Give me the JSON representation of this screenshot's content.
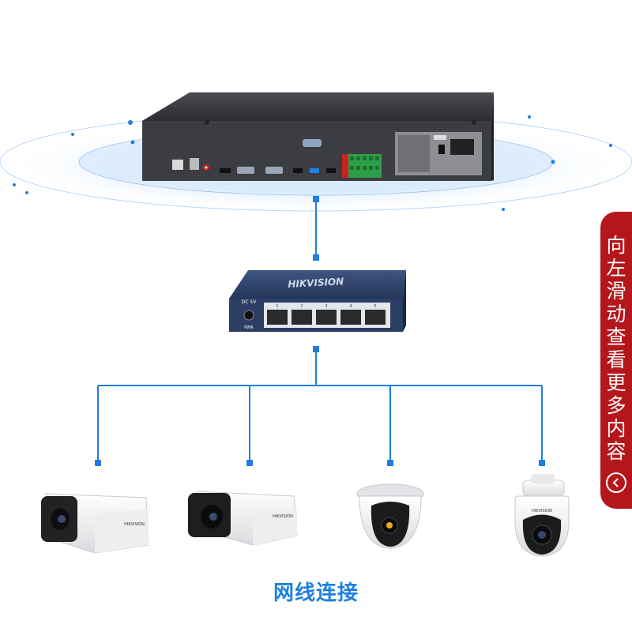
{
  "caption": "网线连接",
  "side_tab": {
    "label": "向左滑动查看更多内容",
    "icon": "chevron-left-icon"
  },
  "switch": {
    "brand": "HIKVISION",
    "dc_label": "DC 5V",
    "pwr_label": "PWR",
    "ports": [
      "1",
      "2",
      "3",
      "4",
      "5"
    ]
  },
  "cameras": [
    "bullet-camera-icon",
    "bullet-camera-icon",
    "dome-camera-icon",
    "ptz-camera-icon"
  ],
  "camera_brand": "HIKVISION",
  "colors": {
    "line": "#1f7fe0",
    "accent": "#b5161c",
    "switch_body": "#2c3e63",
    "nvr_body": "#3a3c41"
  }
}
